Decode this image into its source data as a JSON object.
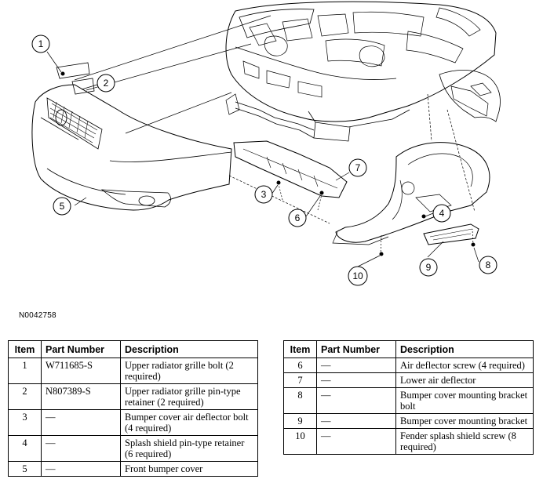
{
  "figure_id": "N0042758",
  "callouts": [
    "1",
    "2",
    "3",
    "4",
    "5",
    "6",
    "7",
    "8",
    "9",
    "10"
  ],
  "table_headers": {
    "item": "Item",
    "part_number": "Part Number",
    "description": "Description"
  },
  "parts_left": [
    {
      "item": "1",
      "part_number": "W711685-S",
      "description": "Upper radiator grille bolt (2 required)"
    },
    {
      "item": "2",
      "part_number": "N807389-S",
      "description": "Upper radiator grille pin-type retainer (2 required)"
    },
    {
      "item": "3",
      "part_number": "—",
      "description": "Bumper cover air deflector bolt (4 required)"
    },
    {
      "item": "4",
      "part_number": "—",
      "description": "Splash shield pin-type retainer (6 required)"
    },
    {
      "item": "5",
      "part_number": "—",
      "description": "Front bumper cover"
    }
  ],
  "parts_right": [
    {
      "item": "6",
      "part_number": "—",
      "description": "Air deflector screw (4 required)"
    },
    {
      "item": "7",
      "part_number": "—",
      "description": "Lower air deflector"
    },
    {
      "item": "8",
      "part_number": "—",
      "description": "Bumper cover mounting bracket bolt"
    },
    {
      "item": "9",
      "part_number": "—",
      "description": "Bumper cover mounting bracket"
    },
    {
      "item": "10",
      "part_number": "—",
      "description": "Fender splash shield screw (8 required)"
    }
  ]
}
